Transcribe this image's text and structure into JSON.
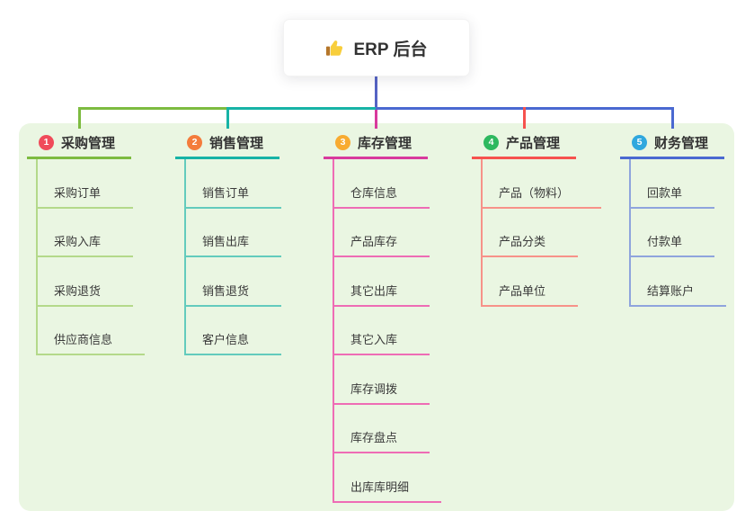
{
  "canvas": {
    "background": "#ffffff",
    "panel_background": "#eaf6e2"
  },
  "root": {
    "title": "ERP 后台",
    "icon": "thumbs-up-icon",
    "line_color": "#5563c4",
    "text_color": "#333333"
  },
  "branches": [
    {
      "index": "1",
      "title": "采购管理",
      "badge_color": "#f04b5a",
      "line_color": "#7dbb40",
      "child_line_color": "#b4d98a",
      "children": [
        "采购订单",
        "采购入库",
        "采购退货",
        "供应商信息"
      ]
    },
    {
      "index": "2",
      "title": "销售管理",
      "badge_color": "#f47c3c",
      "line_color": "#17b3a6",
      "child_line_color": "#63cbbd",
      "children": [
        "销售订单",
        "销售出库",
        "销售退货",
        "客户信息"
      ]
    },
    {
      "index": "3",
      "title": "库存管理",
      "badge_color": "#f8ab31",
      "line_color": "#d83a9d",
      "child_line_color": "#ee6cb5",
      "children": [
        "仓库信息",
        "产品库存",
        "其它出库",
        "其它入库",
        "库存调拨",
        "库存盘点",
        "出库库明细"
      ]
    },
    {
      "index": "4",
      "title": "产品管理",
      "badge_color": "#2eb85f",
      "line_color": "#f6524e",
      "child_line_color": "#f79289",
      "children": [
        "产品（物料）",
        "产品分类",
        "产品单位"
      ]
    },
    {
      "index": "5",
      "title": "财务管理",
      "badge_color": "#30a8de",
      "line_color": "#4a69d1",
      "child_line_color": "#8fa4dd",
      "children": [
        "回款单",
        "付款单",
        "结算账户"
      ]
    }
  ]
}
